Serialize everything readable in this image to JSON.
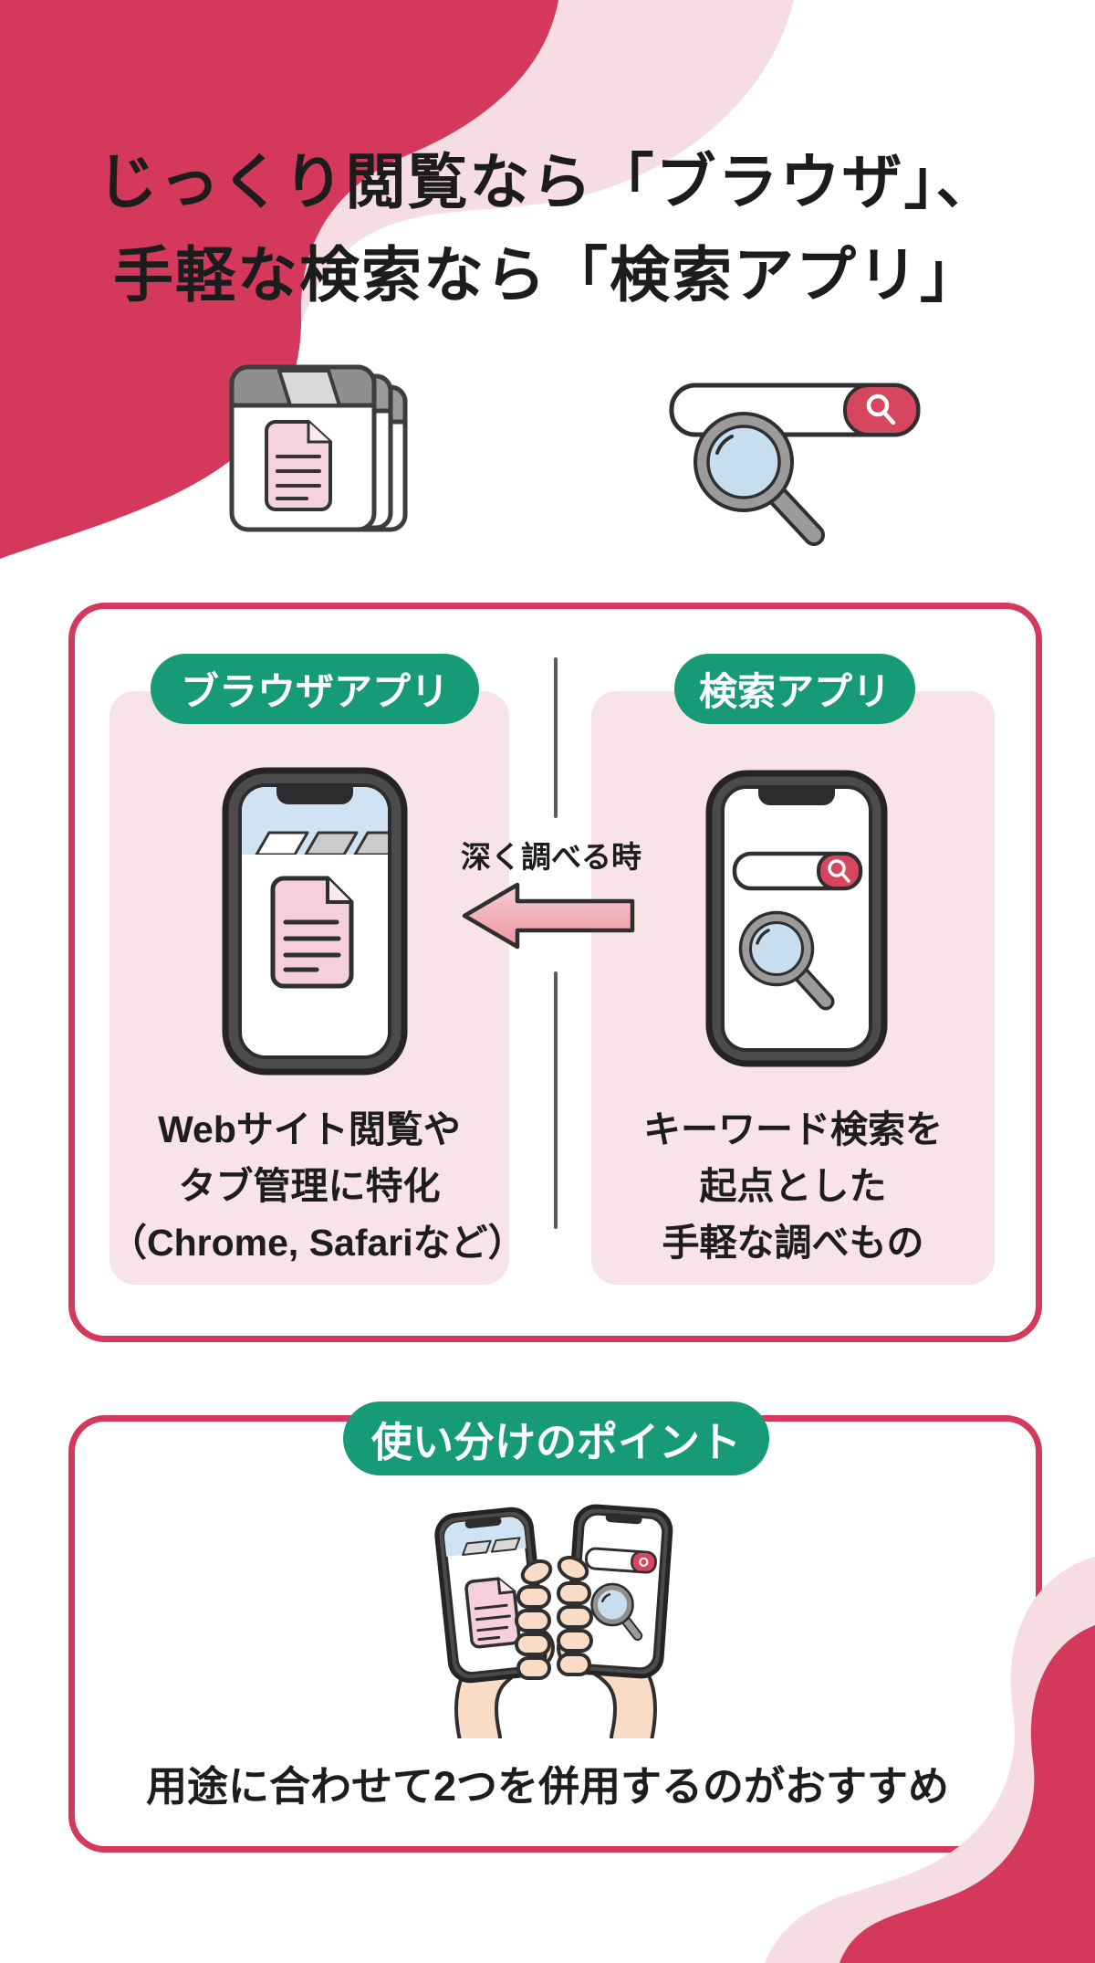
{
  "page": {
    "colors": {
      "accent_crimson": "#d4395c",
      "light_pink_blob": "#f6dde3",
      "panel_pink": "#f7e3e8",
      "badge_green": "#179b76",
      "arrow_pink": "#eb96a1",
      "phone_frame_gray": "#4b4b4b",
      "screen_blue": "#cfe3f2",
      "lens_blue": "#c6deee",
      "search_button_red": "#d6475f",
      "text_black": "#1c1c1c"
    }
  },
  "title": {
    "line1": "じっくり閲覧なら「ブラウザ」、",
    "line2": "手軽な検索なら「検索アプリ」"
  },
  "comparison": {
    "left": {
      "badge": "ブラウザアプリ",
      "lines": [
        "Webサイト閲覧や",
        "タブ管理に特化",
        "（Chrome, Safariなど）"
      ]
    },
    "right": {
      "badge": "検索アプリ",
      "lines": [
        "キーワード検索を",
        "起点とした",
        "手軽な調べもの"
      ]
    },
    "arrow_label": "深く調べる時"
  },
  "point": {
    "badge": "使い分けのポイント",
    "text": "用途に合わせて2つを併用するのがおすすめ"
  }
}
